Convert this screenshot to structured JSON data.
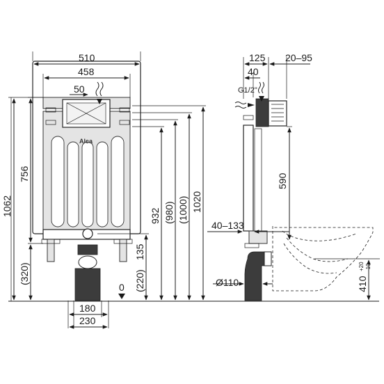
{
  "brand": {
    "logo_text": "Alca"
  },
  "front_view": {
    "width_outer": "510",
    "width_inner": "458",
    "offset_top": "50",
    "height_total": "1062",
    "height_frame": "756",
    "height_foot": "(320)",
    "height_932": "932",
    "height_980": "(980)",
    "height_1000": "(1000)",
    "height_1020": "1020",
    "height_135": "135",
    "height_220": "(220)",
    "floor_zero": "0",
    "width_180": "180",
    "width_230": "230"
  },
  "side_view": {
    "depth_125": "125",
    "depth_20_95": "20–95",
    "depth_40": "40",
    "water_inlet": "G1/2\"",
    "height_590": "590",
    "range_40_133": "40–133",
    "pipe_diameter": "Ø110",
    "height_410": "410",
    "tol_plus": "+20",
    "tol_minus": "-10"
  }
}
